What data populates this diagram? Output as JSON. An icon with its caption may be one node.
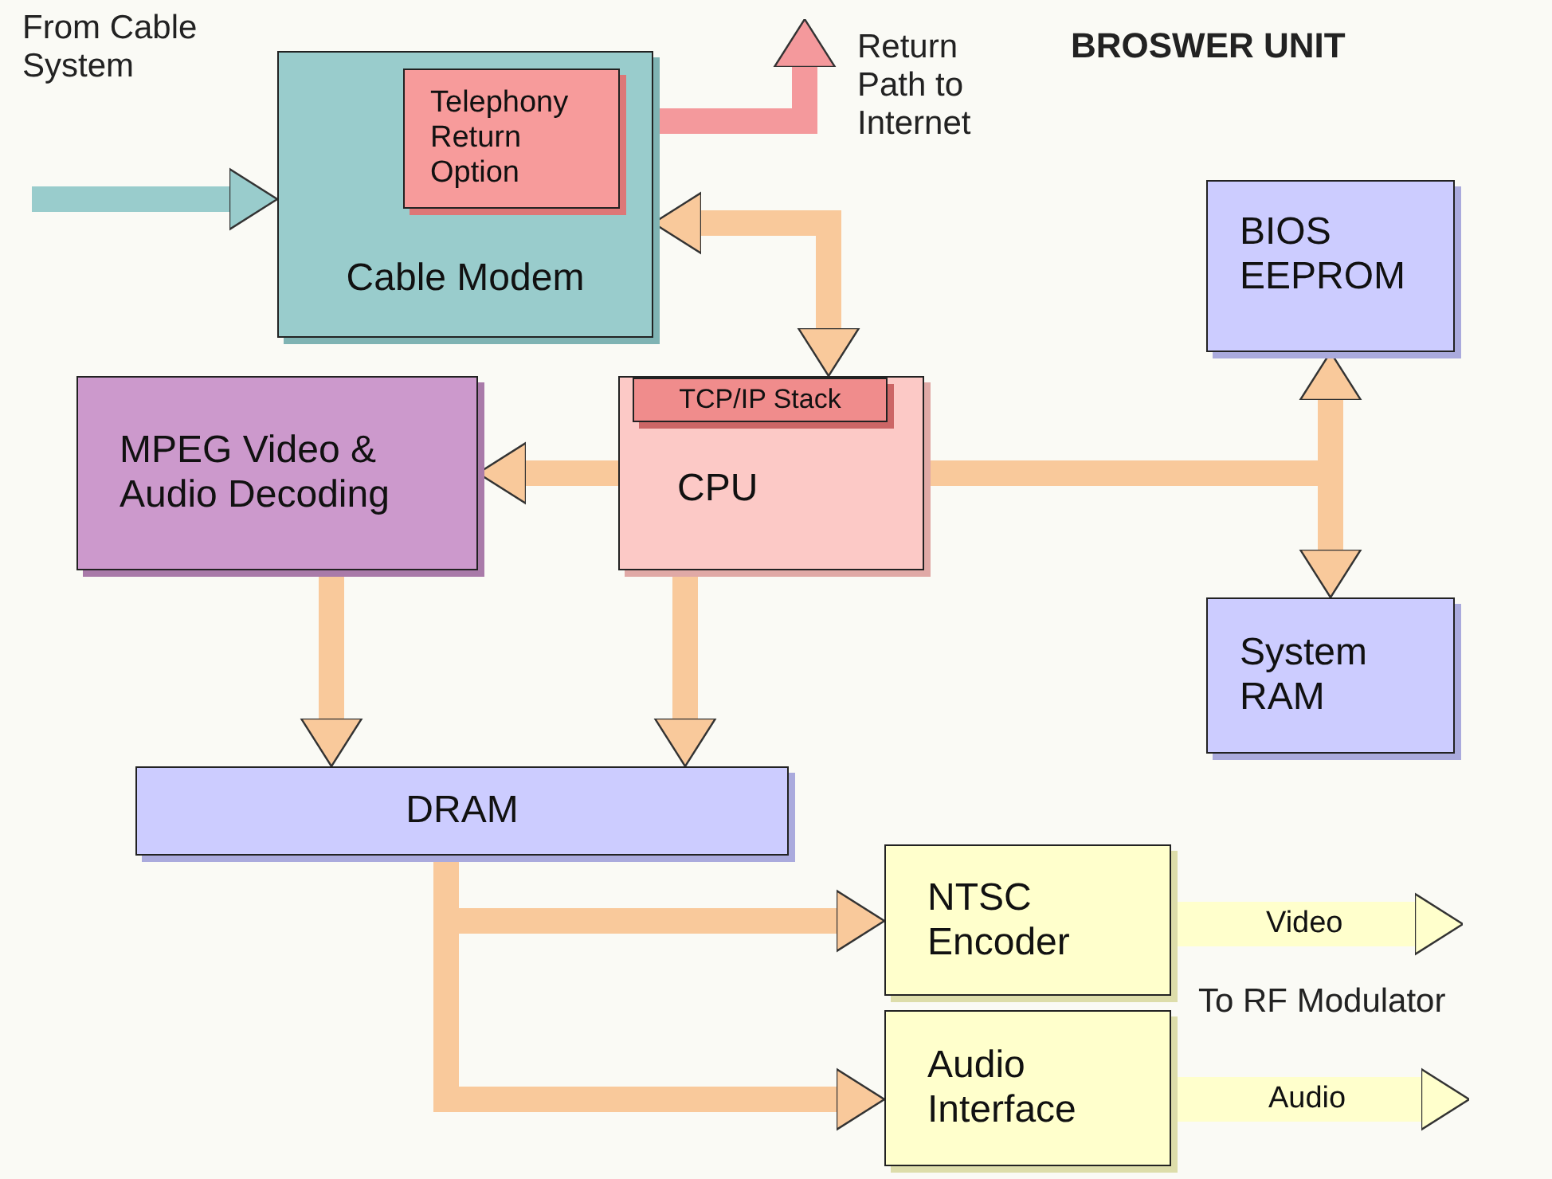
{
  "diagram": {
    "title": "BROSWER UNIT",
    "nodes": [
      {
        "text": [
          "Cable Modem"
        ]
      },
      {
        "text": [
          "Telephony Return Option"
        ],
        "in": 0
      },
      {
        "text": [
          "CPU"
        ]
      },
      {
        "text": [
          "TCP/IP Stack"
        ],
        "in": 2
      },
      {
        "text": [
          "MPEG Video & Audio Decoding"
        ]
      },
      {
        "text": [
          "BIOS EEPROM"
        ]
      },
      {
        "text": [
          "System RAM"
        ]
      },
      {
        "text": [
          "DRAM"
        ]
      },
      {
        "text": [
          "NTSC Encoder"
        ]
      },
      {
        "text": [
          "Audio Interface"
        ]
      }
    ],
    "edges": [
      {
        "from": null,
        "to": 0,
        "arrow": "to",
        "color": "#99cccc"
      },
      {
        "from": 0,
        "to": null,
        "arrow": "to",
        "color": "#f4999c"
      },
      {
        "from": 0,
        "to": 2,
        "arrow": "both"
      },
      {
        "from": 2,
        "to": 4,
        "arrow": "to"
      },
      {
        "from": 2,
        "to": 5,
        "arrow": "to"
      },
      {
        "from": 2,
        "to": 6,
        "arrow": "to"
      },
      {
        "from": 4,
        "to": 7,
        "arrow": "to"
      },
      {
        "from": 2,
        "to": 7,
        "arrow": "to"
      },
      {
        "from": 7,
        "to": 8,
        "arrow": "to"
      },
      {
        "from": 7,
        "to": 9,
        "arrow": "to"
      },
      {
        "from": 8,
        "to": null,
        "arrow": "to",
        "label": "Video",
        "color": "#ffffcc"
      },
      {
        "from": 9,
        "to": null,
        "arrow": "to",
        "label": "Audio",
        "color": "#ffffcc"
      }
    ],
    "labels": [
      "From Cable System",
      "Return Path to Internet",
      "To RF Modulator"
    ]
  }
}
